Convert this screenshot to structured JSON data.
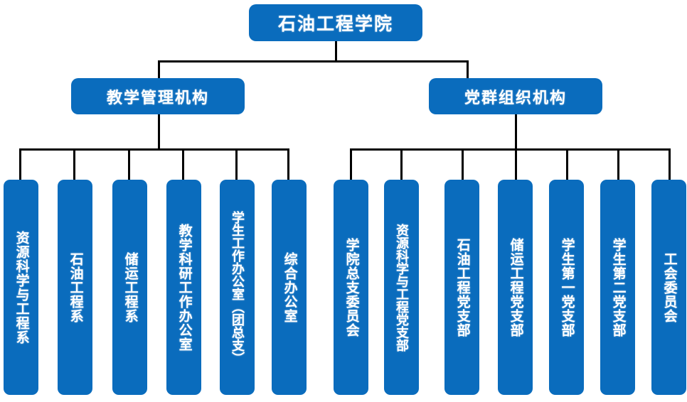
{
  "chart_data": {
    "type": "diagram",
    "title": "石油工程学院组织机构图",
    "orientation": "top-down org chart",
    "colors": {
      "node_fill": "#0a6cbd",
      "node_text": "#ffffff",
      "connector": "#000000",
      "background": "#ffffff"
    },
    "levels": 3
  },
  "root": {
    "label": "石油工程学院"
  },
  "branches": [
    {
      "id": "teaching",
      "label": "教学管理机构",
      "children": [
        {
          "label": "资源科学与工程系"
        },
        {
          "label": "石油工程系"
        },
        {
          "label": "储运工程系"
        },
        {
          "label": "教学科研工作办公室"
        },
        {
          "label": "学生工作办公室（团总支）"
        },
        {
          "label": "综合办公室"
        }
      ]
    },
    {
      "id": "party",
      "label": "党群组织机构",
      "children": [
        {
          "label": "学院总支委员会"
        },
        {
          "label": "资源科学与工程党支部"
        },
        {
          "label": "石油工程党支部"
        },
        {
          "label": "储运工程党支部"
        },
        {
          "label": "学生第一党支部"
        },
        {
          "label": "学生第二党支部"
        },
        {
          "label": "工会委员会"
        }
      ]
    }
  ]
}
